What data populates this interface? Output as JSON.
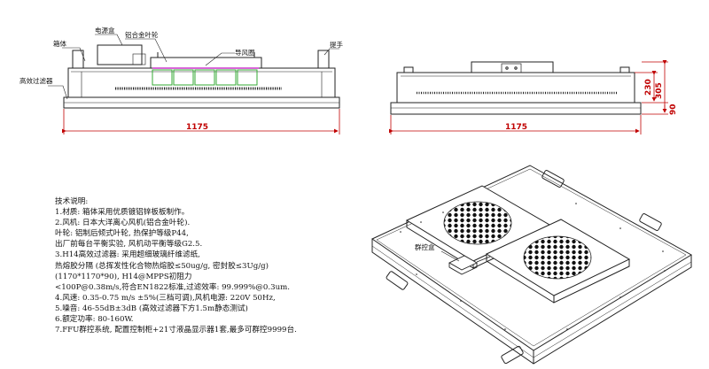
{
  "labels": {
    "power_box": "电源盒",
    "cabinet": "箱体",
    "impeller": "铝合金叶轮",
    "air_ring": "导风圈",
    "handle": "提手",
    "hepa": "高效过滤器",
    "group_control": "群控盒"
  },
  "dimensions": {
    "front_width": "1175",
    "side_width": "1175",
    "height_total": "305",
    "height_fan": "230",
    "height_filter": "90"
  },
  "notes": {
    "title": "技术说明:",
    "lines": [
      "1.材质: 箱体采用优质镀铝锌板板制作。",
      "2.风机: 日本大洋离心风机(铝合金叶轮).",
      "   叶轮: 铝制后倾式叶轮, 热保护等级P44,",
      "  出厂前每台平衡实验, 风机动平衡等级G2.5.",
      "3.H14高效过滤器: 采用超细玻璃纤维滤纸,",
      "   热熔胶分隔 (总挥发性化合物热熔胶≤50ug/g, 密封胶≤3Ug/g)",
      "   (1170*1170*90), H14@MPPS初阻力",
      "   <100P@0.38m/s,符合EN1822标准,过滤效率: 99.999%@0.3um.",
      "4.风速: 0.35-0.75 m/s ±5%(三档可调),风机电源: 220V 50Hz,",
      "5.噪音: 46-55dB±3dB (高效过滤器下方1.5m静态测试)",
      "6.额定功率: 80-160W.",
      "7.FFU群控系统, 配置控制柜+21寸液晶显示器1套,最多可群控9999台."
    ]
  },
  "colors": {
    "line": "#222222",
    "dimension": "#c00000",
    "fan_green": "#33aa33",
    "air_ring_magenta": "#cc33cc"
  }
}
